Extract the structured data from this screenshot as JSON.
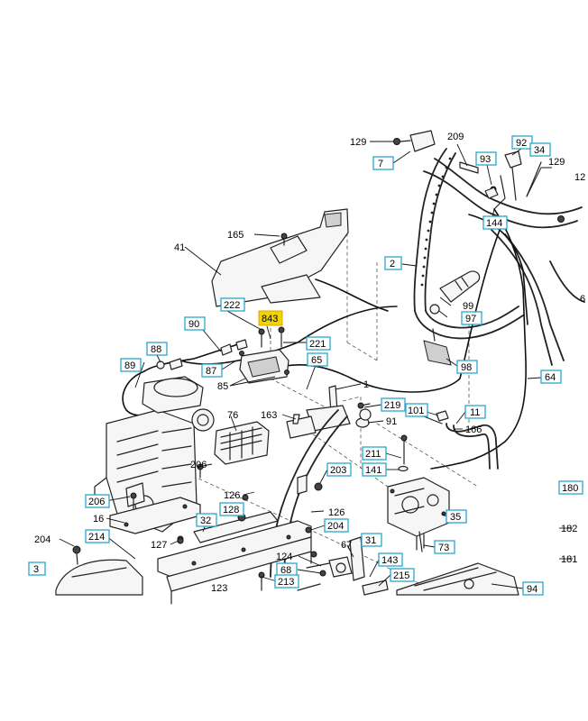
{
  "diagram": {
    "highlight_color": "#f2d400",
    "box_color": "#2aa7c9",
    "callouts": [
      {
        "id": "c-129a",
        "text": "129",
        "boxed": false
      },
      {
        "id": "c-7",
        "text": "7",
        "boxed": true
      },
      {
        "id": "c-209",
        "text": "209",
        "boxed": false
      },
      {
        "id": "c-92",
        "text": "92",
        "boxed": true
      },
      {
        "id": "c-34",
        "text": "34",
        "boxed": true
      },
      {
        "id": "c-93",
        "text": "93",
        "boxed": true
      },
      {
        "id": "c-129b",
        "text": "129",
        "boxed": false
      },
      {
        "id": "c-12",
        "text": "12",
        "boxed": false
      },
      {
        "id": "c-144",
        "text": "144",
        "boxed": true
      },
      {
        "id": "c-165",
        "text": "165",
        "boxed": false
      },
      {
        "id": "c-41",
        "text": "41",
        "boxed": false
      },
      {
        "id": "c-2",
        "text": "2",
        "boxed": true
      },
      {
        "id": "c-6",
        "text": "6",
        "boxed": false
      },
      {
        "id": "c-222",
        "text": "222",
        "boxed": true
      },
      {
        "id": "c-843",
        "text": "843",
        "boxed": true,
        "highlighted": true
      },
      {
        "id": "c-90",
        "text": "90",
        "boxed": true
      },
      {
        "id": "c-99",
        "text": "99",
        "boxed": false
      },
      {
        "id": "c-97",
        "text": "97",
        "boxed": true
      },
      {
        "id": "c-88",
        "text": "88",
        "boxed": true
      },
      {
        "id": "c-221",
        "text": "221",
        "boxed": true
      },
      {
        "id": "c-87",
        "text": "87",
        "boxed": true
      },
      {
        "id": "c-65",
        "text": "65",
        "boxed": true
      },
      {
        "id": "c-89",
        "text": "89",
        "boxed": true
      },
      {
        "id": "c-98",
        "text": "98",
        "boxed": true
      },
      {
        "id": "c-64",
        "text": "64",
        "boxed": true
      },
      {
        "id": "c-85",
        "text": "85",
        "boxed": false
      },
      {
        "id": "c-1",
        "text": "1",
        "boxed": false
      },
      {
        "id": "c-219",
        "text": "219",
        "boxed": true
      },
      {
        "id": "c-101",
        "text": "101",
        "boxed": true
      },
      {
        "id": "c-11",
        "text": "11",
        "boxed": true
      },
      {
        "id": "c-76",
        "text": "76",
        "boxed": false
      },
      {
        "id": "c-163",
        "text": "163",
        "boxed": false
      },
      {
        "id": "c-91",
        "text": "91",
        "boxed": false
      },
      {
        "id": "c-166",
        "text": "166",
        "boxed": false
      },
      {
        "id": "c-211",
        "text": "211",
        "boxed": true
      },
      {
        "id": "c-206a",
        "text": "206",
        "boxed": false
      },
      {
        "id": "c-141",
        "text": "141",
        "boxed": true
      },
      {
        "id": "c-203",
        "text": "203",
        "boxed": true
      },
      {
        "id": "c-126a",
        "text": "126",
        "boxed": false
      },
      {
        "id": "c-180",
        "text": "180",
        "boxed": true
      },
      {
        "id": "c-206b",
        "text": "206",
        "boxed": true
      },
      {
        "id": "c-128",
        "text": "128",
        "boxed": true
      },
      {
        "id": "c-16",
        "text": "16",
        "boxed": false
      },
      {
        "id": "c-32",
        "text": "32",
        "boxed": true
      },
      {
        "id": "c-126b",
        "text": "126",
        "boxed": false
      },
      {
        "id": "c-35",
        "text": "35",
        "boxed": true
      },
      {
        "id": "c-204a",
        "text": "204",
        "boxed": true
      },
      {
        "id": "c-182",
        "text": "182",
        "boxed": false
      },
      {
        "id": "c-204b",
        "text": "204",
        "boxed": false
      },
      {
        "id": "c-214",
        "text": "214",
        "boxed": true
      },
      {
        "id": "c-127",
        "text": "127",
        "boxed": false
      },
      {
        "id": "c-31",
        "text": "31",
        "boxed": true
      },
      {
        "id": "c-67",
        "text": "67",
        "boxed": false
      },
      {
        "id": "c-73",
        "text": "73",
        "boxed": true
      },
      {
        "id": "c-181",
        "text": "181",
        "boxed": false
      },
      {
        "id": "c-124",
        "text": "124",
        "boxed": false
      },
      {
        "id": "c-143",
        "text": "143",
        "boxed": true
      },
      {
        "id": "c-3",
        "text": "3",
        "boxed": true
      },
      {
        "id": "c-68",
        "text": "68",
        "boxed": true
      },
      {
        "id": "c-215",
        "text": "215",
        "boxed": true
      },
      {
        "id": "c-213",
        "text": "213",
        "boxed": true
      },
      {
        "id": "c-123",
        "text": "123",
        "boxed": false
      },
      {
        "id": "c-94",
        "text": "94",
        "boxed": true
      }
    ]
  }
}
